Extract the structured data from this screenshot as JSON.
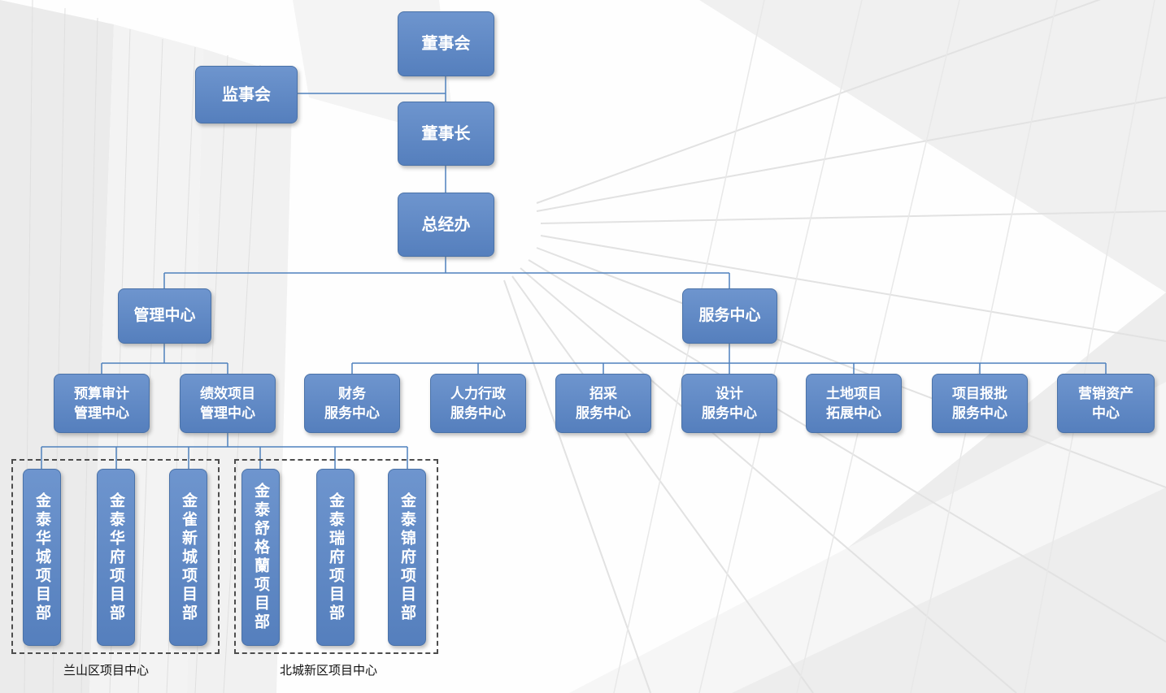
{
  "colors": {
    "node_fill_top": "#6e95ce",
    "node_fill_bottom": "#557fbd",
    "node_border": "#4a72a8",
    "connector": "#4f81bd",
    "group_border": "#4d4d4d",
    "label_text": "#111111"
  },
  "nodes": {
    "board": "董事会",
    "supervisory": "监事会",
    "chairman": "董事长",
    "gm_office": "总经办",
    "mgmt_center": "管理中心",
    "service_center": "服务中心",
    "budget_audit": "预算审计\n管理中心",
    "perf_project": "绩效项目\n管理中心",
    "finance": "财务\n服务中心",
    "hr_admin": "人力行政\n服务中心",
    "procurement": "招采\n服务中心",
    "design": "设计\n服务中心",
    "land_dev": "土地项目\n拓展中心",
    "approval": "项目报批\n服务中心",
    "marketing_asset": "营销资产\n中心"
  },
  "project_nodes": {
    "jintai_huacheng": "金泰华城项目部",
    "jintai_huafu": "金泰华府项目部",
    "jinque_xincheng": "金雀新城项目部",
    "jintai_shugelan": "金泰舒格蘭项目部",
    "jintai_ruifu": "金泰瑞府项目部",
    "jintai_jinfu": "金泰锦府项目部"
  },
  "groups": {
    "lanshan": "兰山区项目中心",
    "beicheng": "北城新区项目中心"
  }
}
